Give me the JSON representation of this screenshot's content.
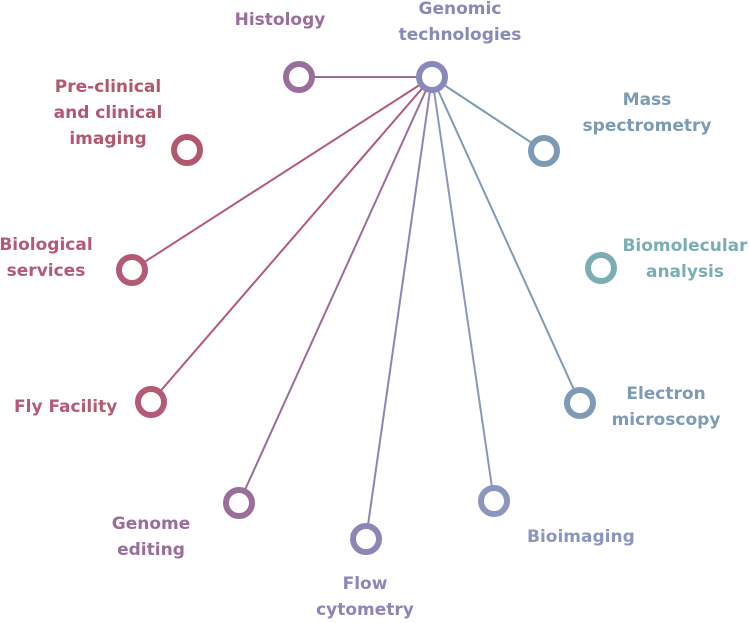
{
  "diagram": {
    "hub": "genomic",
    "nodes": [
      {
        "id": "genomic",
        "label": "Genomic\ntechnologies",
        "color": "#8888bb"
      },
      {
        "id": "histology",
        "label": "Histology",
        "color": "#9a6d9b"
      },
      {
        "id": "preclinical",
        "label": "Pre-clinical\nand clinical\nimaging",
        "color": "#b3576f"
      },
      {
        "id": "mass",
        "label": "Mass\nspectrometry",
        "color": "#7b9bb5"
      },
      {
        "id": "biomolecular",
        "label": "Biomolecular\nanalysis",
        "color": "#7aaeb4"
      },
      {
        "id": "biological",
        "label": "Biological\nservices",
        "color": "#b35a74"
      },
      {
        "id": "electron",
        "label": "Electron\nmicroscopy",
        "color": "#7d9bb8"
      },
      {
        "id": "fly",
        "label": "Fly Facility",
        "color": "#b35a74"
      },
      {
        "id": "genome",
        "label": "Genome\nediting",
        "color": "#9a6d9b"
      },
      {
        "id": "bioimaging",
        "label": "Bioimaging",
        "color": "#8b96c0"
      },
      {
        "id": "flow",
        "label": "Flow\ncytometry",
        "color": "#8d84b8"
      }
    ],
    "edges": [
      {
        "from": "genomic",
        "to": "histology"
      },
      {
        "from": "genomic",
        "to": "mass"
      },
      {
        "from": "genomic",
        "to": "biological"
      },
      {
        "from": "genomic",
        "to": "fly"
      },
      {
        "from": "genomic",
        "to": "genome"
      },
      {
        "from": "genomic",
        "to": "flow"
      },
      {
        "from": "genomic",
        "to": "bioimaging"
      },
      {
        "from": "genomic",
        "to": "electron"
      }
    ]
  }
}
